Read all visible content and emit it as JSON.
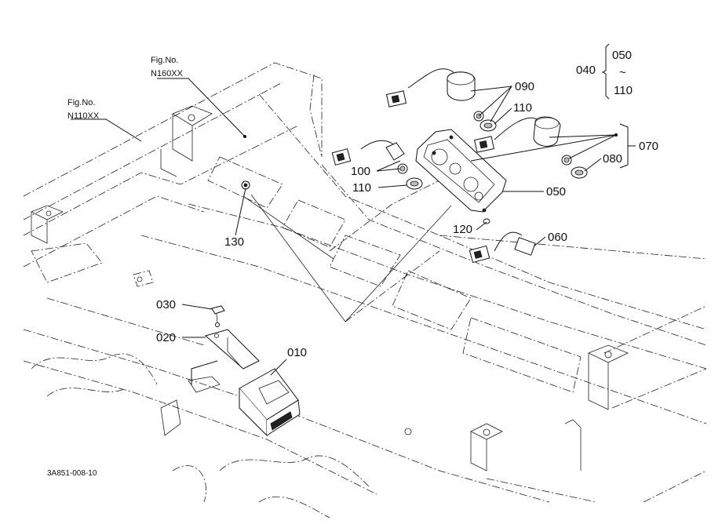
{
  "figure_refs": [
    {
      "prefix": "Fig.No.",
      "number": "N160XX"
    },
    {
      "prefix": "Fig.No.",
      "number": "N110XX"
    }
  ],
  "callouts": {
    "c010": "010",
    "c020": "020",
    "c030": "030",
    "c040": "040",
    "c050_range_start": "050",
    "c_range_tilde": "~",
    "c110_range_end": "110",
    "c050": "050",
    "c060": "060",
    "c070": "070",
    "c080": "080",
    "c090": "090",
    "c100": "100",
    "c110_top": "110",
    "c110_left": "110",
    "c120": "120",
    "c130": "130"
  },
  "drawing_code": "3A851-008-10"
}
